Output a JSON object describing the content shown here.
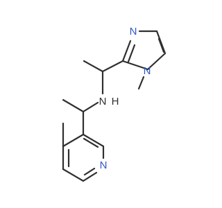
{
  "molecule": {
    "atoms": {
      "imidazole_n3": "N",
      "imidazole_n1": "N",
      "amine_n": "N",
      "amine_h": "H",
      "pyridine_n": "N"
    },
    "colors": {
      "bond": "#2f2f2f",
      "nitrogen": "#2f57c6"
    }
  }
}
